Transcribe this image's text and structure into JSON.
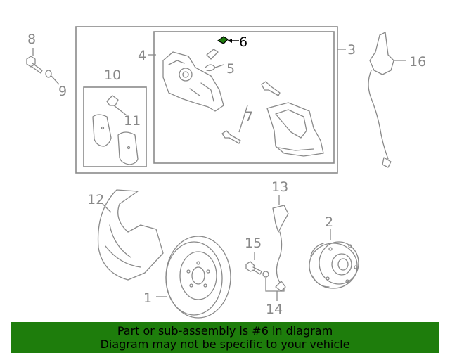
{
  "callouts": {
    "c1": "1",
    "c2": "2",
    "c3": "3",
    "c4": "4",
    "c5": "5",
    "c6": "6",
    "c7": "7",
    "c8": "8",
    "c9": "9",
    "c10": "10",
    "c11": "11",
    "c12": "12",
    "c13": "13",
    "c14": "14",
    "c15": "15",
    "c16": "16"
  },
  "highlight_part": "6",
  "colors": {
    "banner": "#1e7d0c",
    "linework": "#8a8a8a",
    "highlight": "#1e7d0c"
  },
  "banner": {
    "line1": "Part or sub-assembly is #6 in diagram",
    "line2": "Diagram may not be specific to your vehicle"
  }
}
